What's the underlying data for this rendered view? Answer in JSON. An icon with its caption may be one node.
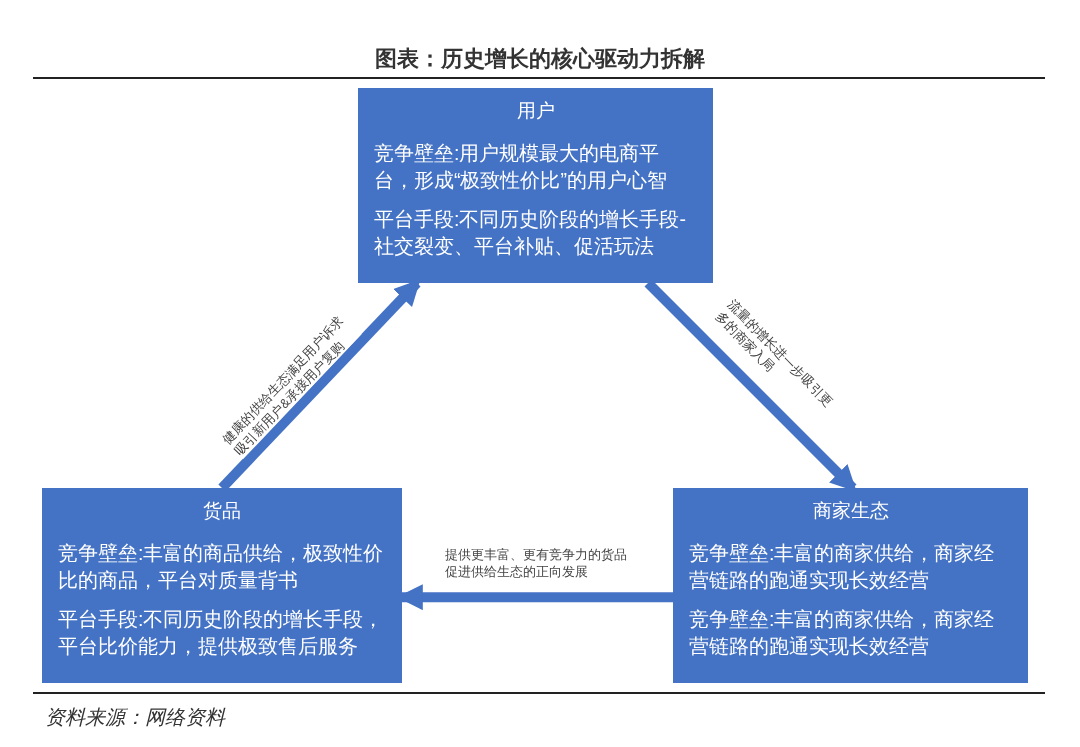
{
  "diagram": {
    "title": "图表：历史增长的核心驱动力拆解",
    "nodes": [
      {
        "text": [
          "用户",
          "竞争壁垒:用户规模最大的电商平台，形成“极致性价比”的用户心智",
          "平台手段:不同历史阶段的增长手段-社交裂变、平台补贴、促活玩法"
        ]
      },
      {
        "text": [
          "货品",
          "竞争壁垒:丰富的商品供给，极致性价比的商品，平台对质量背书",
          "平台手段:不同历史阶段的增长手段，平台比价能力，提供极致售后服务"
        ]
      },
      {
        "text": [
          "商家生态",
          "竞争壁垒:丰富的商家供给，商家经营链路的跑通实现长效经营",
          "竞争壁垒:丰富的商家供给，商家经营链路的跑通实现长效经营"
        ]
      }
    ],
    "edges": [
      {
        "from": 1,
        "to": 0,
        "arrow": "to",
        "label": "健康的供给生态满足用户诉求吸引新用户&承接用户复购"
      },
      {
        "from": 0,
        "to": 2,
        "arrow": "to",
        "label": "流量的增长进一步吸引更多的商家入局"
      },
      {
        "from": 2,
        "to": 1,
        "arrow": "to",
        "label": "提供更丰富、更有竞争力的货品促进供给生态的正向发展"
      }
    ],
    "caption": "资料来源：网络资料"
  }
}
